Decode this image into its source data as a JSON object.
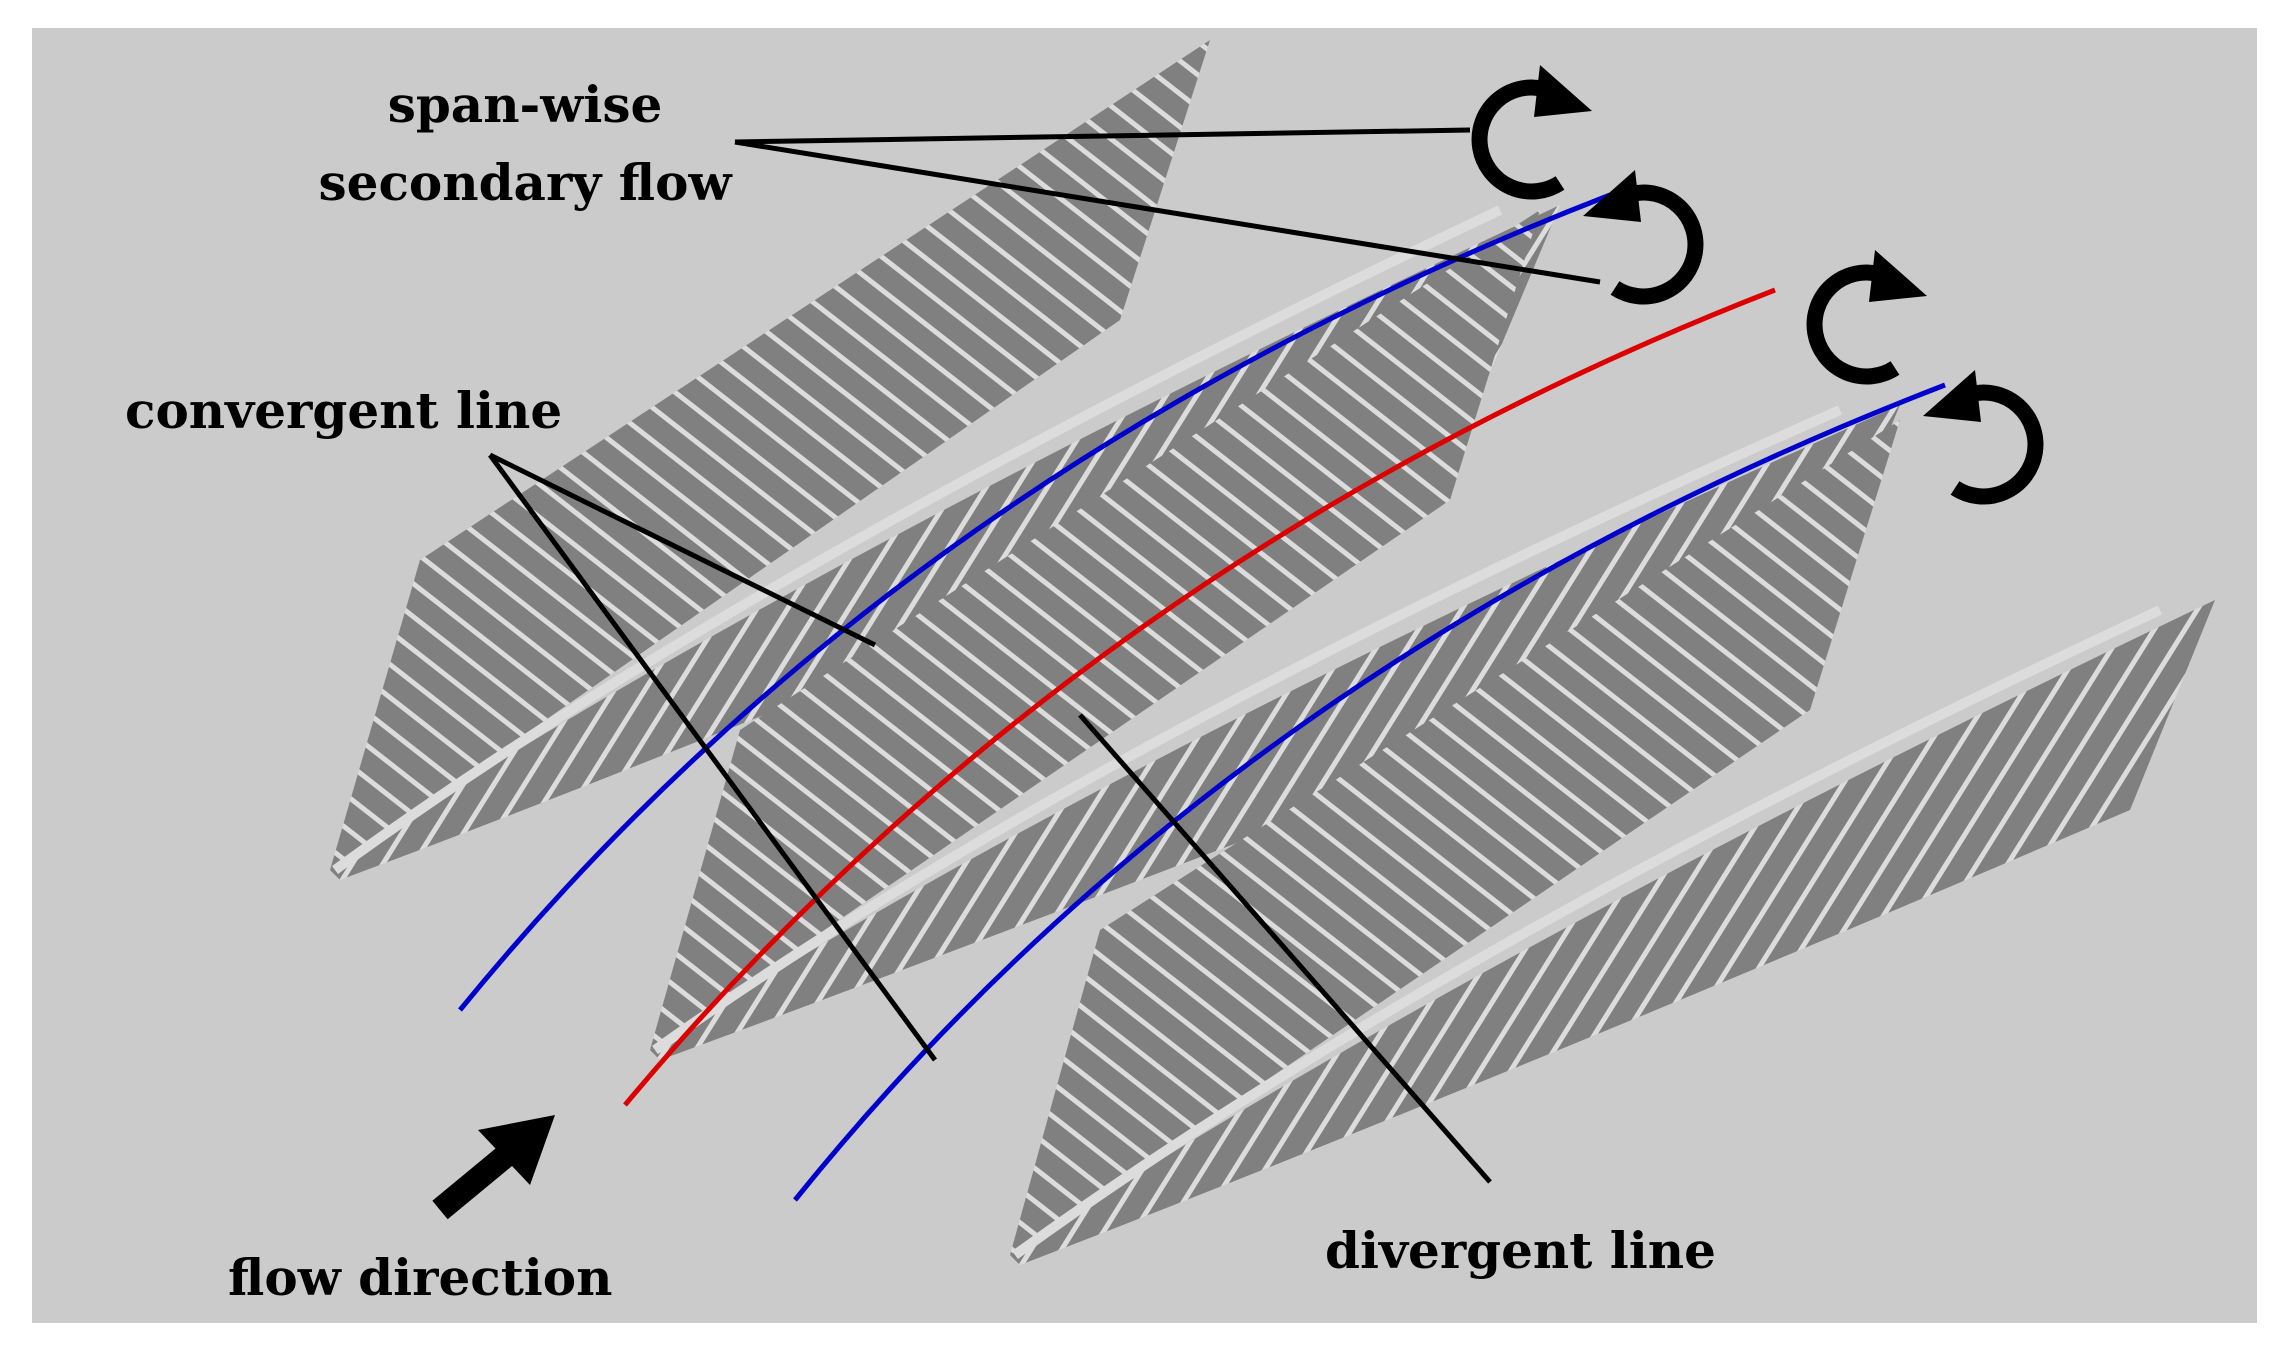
{
  "labels": {
    "spanwise_line1": "span-wise",
    "spanwise_line2": "secondary flow",
    "convergent": "convergent line",
    "divergent": "divergent line",
    "flow_direction": "flow direction"
  },
  "colors": {
    "background": "#cbcbcb",
    "blade": "#808080",
    "stripe": "#dcdcdc",
    "convergent_line": "#0000cc",
    "divergent_line": "#dd0000",
    "leader": "#000000"
  },
  "icons": {
    "vortex": "circular-arrow-icon",
    "flow": "arrow-up-right-icon"
  }
}
